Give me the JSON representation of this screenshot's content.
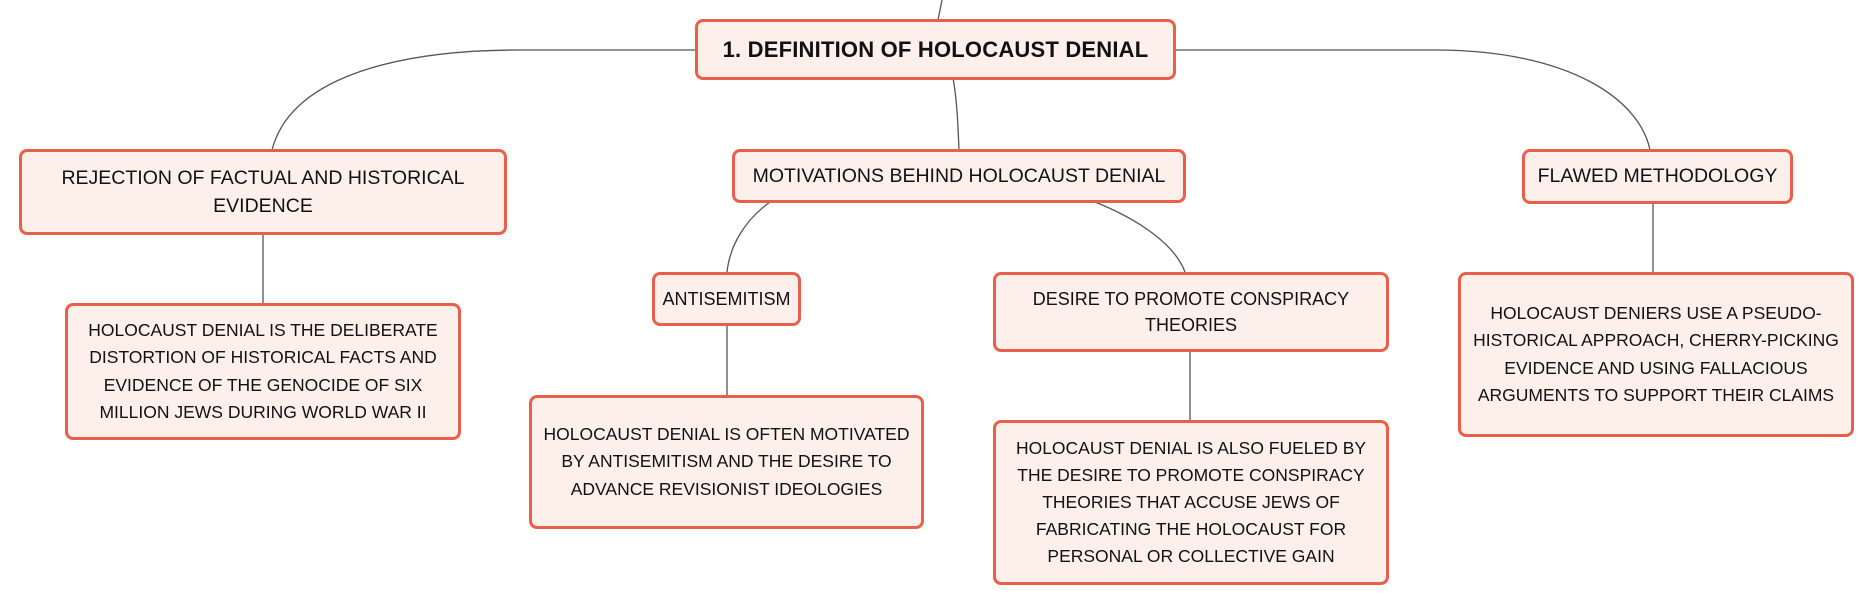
{
  "diagram": {
    "root": {
      "label": "1. DEFINITION OF HOLOCAUST DENIAL"
    },
    "branches": [
      {
        "label": "REJECTION OF FACTUAL AND HISTORICAL EVIDENCE",
        "detail": "HOLOCAUST DENIAL IS THE DELIBERATE DISTORTION OF HISTORICAL FACTS AND EVIDENCE OF THE GENOCIDE OF SIX MILLION JEWS DURING WORLD WAR II"
      },
      {
        "label": "MOTIVATIONS BEHIND HOLOCAUST DENIAL",
        "children": [
          {
            "label": "ANTISEMITISM",
            "detail": "HOLOCAUST DENIAL IS OFTEN MOTIVATED BY ANTISEMITISM AND THE DESIRE TO ADVANCE REVISIONIST IDEOLOGIES"
          },
          {
            "label": "DESIRE TO PROMOTE CONSPIRACY THEORIES",
            "detail": "HOLOCAUST DENIAL IS ALSO FUELED BY THE DESIRE TO PROMOTE CONSPIRACY THEORIES THAT ACCUSE JEWS OF FABRICATING THE HOLOCAUST FOR PERSONAL OR COLLECTIVE GAIN"
          }
        ]
      },
      {
        "label": "FLAWED METHODOLOGY",
        "detail": "HOLOCAUST DENIERS USE A PSEUDO-HISTORICAL APPROACH, CHERRY-PICKING EVIDENCE AND USING FALLACIOUS ARGUMENTS TO SUPPORT THEIR CLAIMS"
      }
    ]
  },
  "colors": {
    "node_border": "#e8604c",
    "node_fill": "#fdf0eb",
    "connector": "#555555",
    "text": "#111111"
  }
}
